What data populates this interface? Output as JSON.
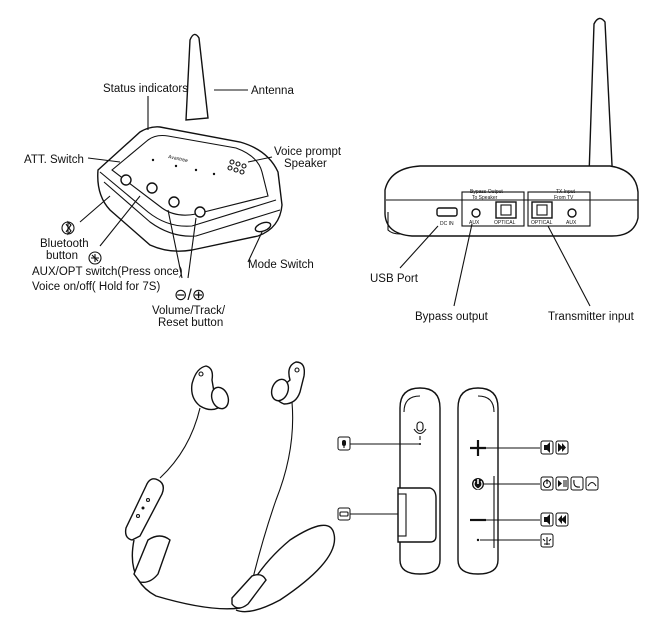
{
  "transmitter_front": {
    "labels": {
      "status_indicators": "Status indicators",
      "antenna": "Antenna",
      "att_switch": "ATT. Switch",
      "voice_prompt": "Voice prompt",
      "speaker": "Speaker",
      "bluetooth_button_1": "Bluetooth",
      "bluetooth_button_2": "button",
      "aux_opt_switch": "AUX/OPT switch(Press once)",
      "voice_on_off": "Voice on/off( Hold for 7S)",
      "volume_1": "Volume/Track/",
      "volume_2": "Reset button",
      "mode_switch": "Mode Switch",
      "minus_plus": "⊖/⊕",
      "brand": "Avantree"
    }
  },
  "transmitter_back": {
    "labels": {
      "usb_port": "USB Port",
      "bypass_output": "Bypass output",
      "transmitter_input": "Transmitter input",
      "bypass_output_to_speaker_1": "Bypass Output",
      "bypass_output_to_speaker_2": "To Speaker",
      "tx_input_from_tv_1": "TX Input",
      "tx_input_from_tv_2": "From TV",
      "dc_in": "DC IN",
      "aux_left": "AUX",
      "optical_left": "OPTICAL",
      "optical_right": "OPTICAL",
      "aux_right": "AUX"
    }
  },
  "headphones": {
    "icons": [
      "microphone-icon",
      "charging-port-icon",
      "volume-up-icon",
      "next-track-icon",
      "power-icon",
      "play-pause-icon",
      "answer-call-icon",
      "end-call-icon",
      "volume-down-icon",
      "previous-track-icon",
      "indicator-light-icon"
    ]
  }
}
